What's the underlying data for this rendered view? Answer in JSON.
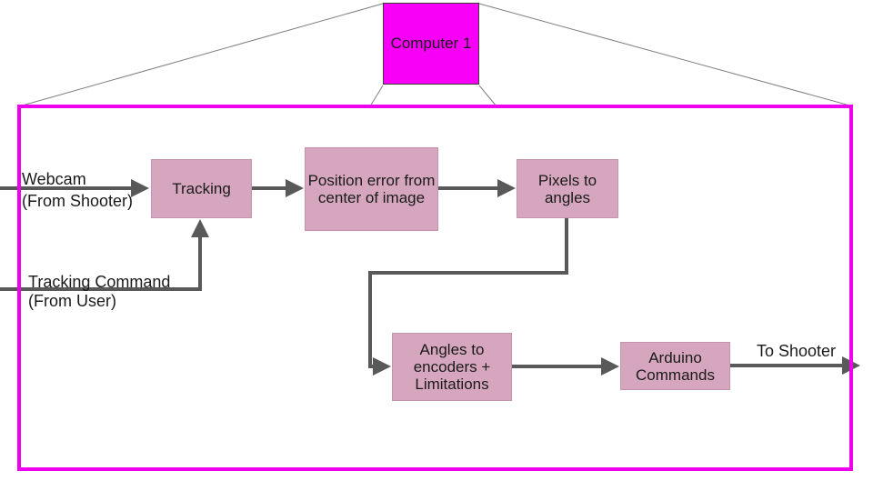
{
  "diagram": {
    "computer_box": {
      "label": "Computer 1"
    },
    "nodes": [
      {
        "id": "tracking",
        "label": "Tracking"
      },
      {
        "id": "position-error",
        "label": "Position error from center of image"
      },
      {
        "id": "pixels-to-angles",
        "label": "Pixels to angles"
      },
      {
        "id": "angles-to-encoders",
        "label": "Angles to encoders + Limitations"
      },
      {
        "id": "arduino-commands",
        "label": "Arduino Commands"
      }
    ],
    "io_labels": {
      "webcam_line1": "Webcam",
      "webcam_line2": "(From Shooter)",
      "command_line1": "Tracking Command",
      "command_line2": "(From User)",
      "to_shooter": "To Shooter"
    },
    "colors": {
      "magenta_fill": "#f800f8",
      "magenta_border": "#ee00ee",
      "node_fill": "#d5a6bd",
      "node_border": "#c493ad",
      "connector": "#595959",
      "guide_line": "#7f7f7f",
      "text": "#1a1a1a"
    }
  }
}
